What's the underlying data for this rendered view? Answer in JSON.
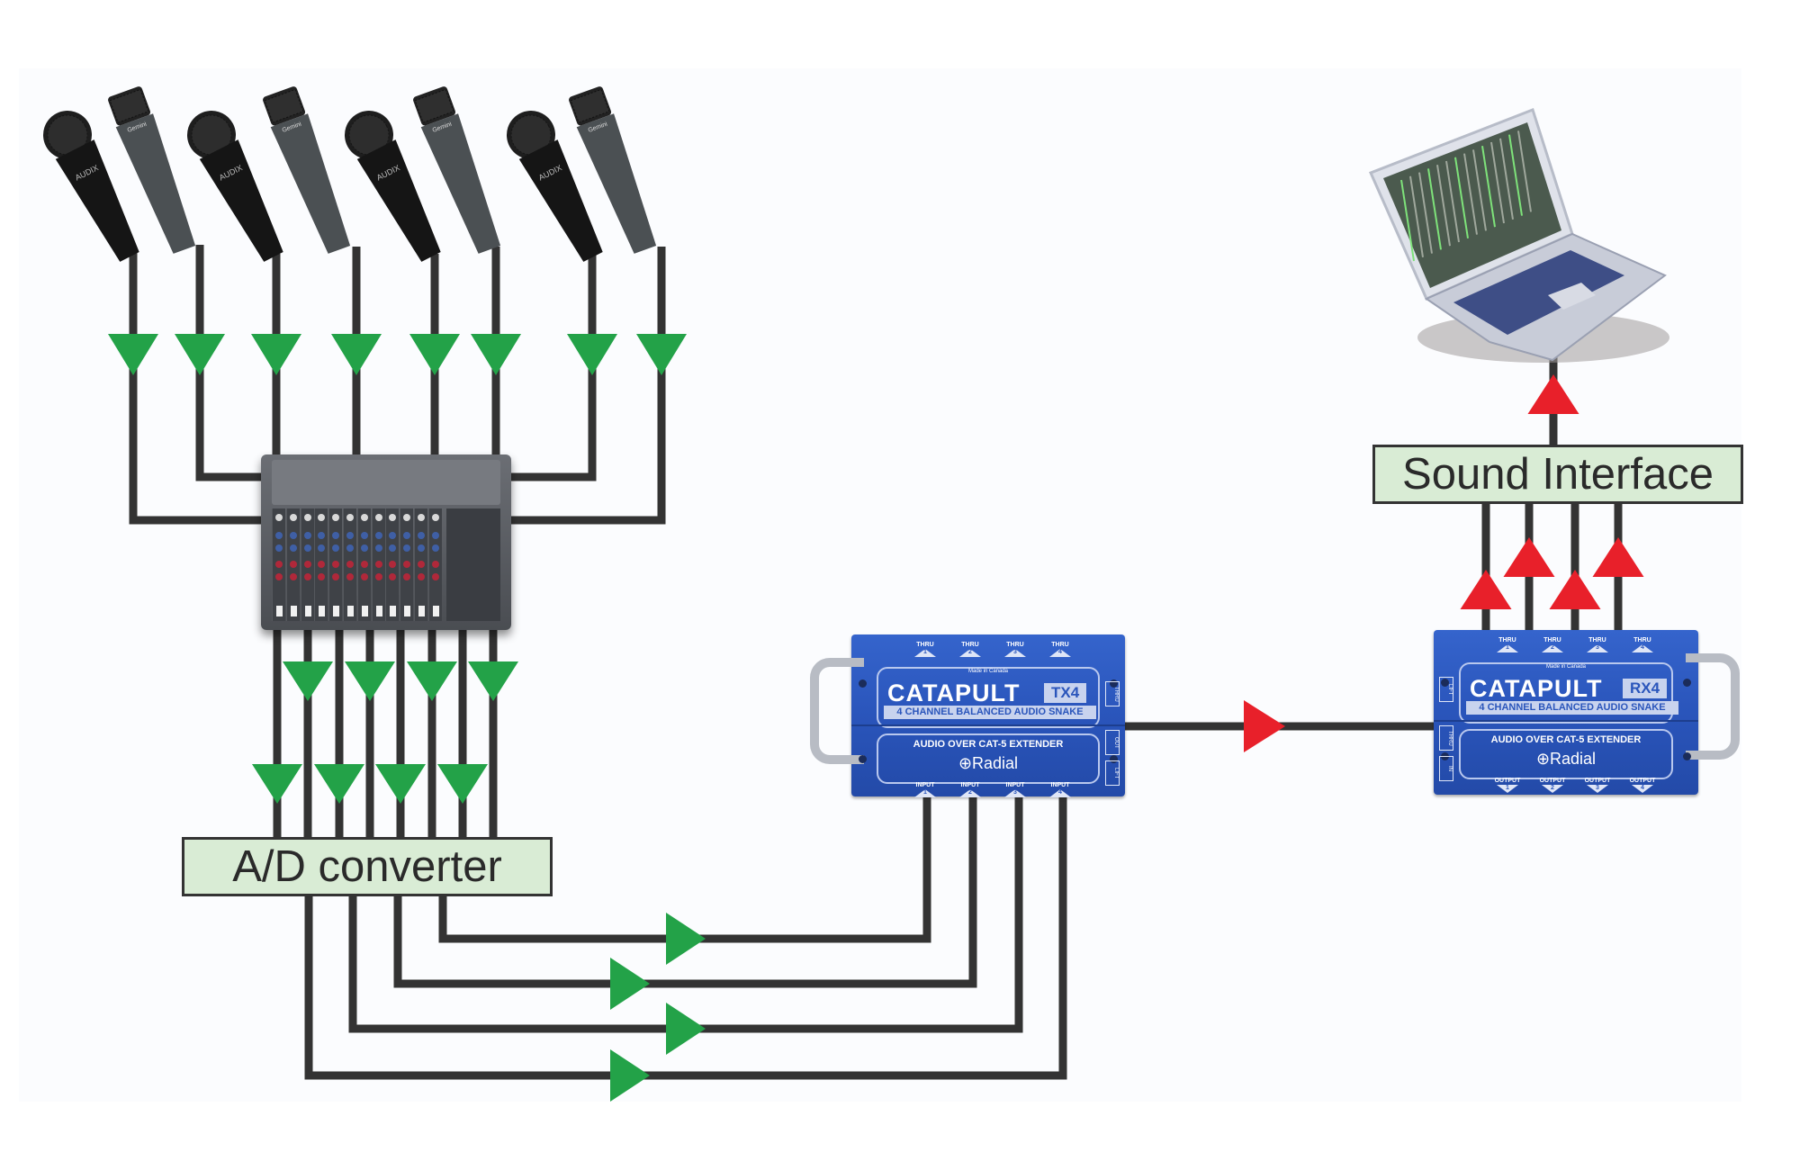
{
  "title": "Audio over CAT-5 signal chain diagram",
  "colors": {
    "wire": "#333333",
    "forward_arrow": "#23a248",
    "return_arrow": "#e8202a",
    "label_fill": "#d9ecd5",
    "device_blue": "#2a55bb"
  },
  "microphones": [
    {
      "brand": "AUDIX",
      "style": "ball-head"
    },
    {
      "brand": "Gemini",
      "style": "cylinder"
    },
    {
      "brand": "AUDIX",
      "style": "ball-head"
    },
    {
      "brand": "Gemini",
      "style": "cylinder"
    },
    {
      "brand": "AUDIX",
      "style": "ball-head"
    },
    {
      "brand": "Gemini",
      "style": "cylinder"
    },
    {
      "brand": "AUDIX",
      "style": "ball-head"
    },
    {
      "brand": "Gemini",
      "style": "cylinder"
    }
  ],
  "mixer": {
    "name": "Mixer",
    "channels": 12
  },
  "ad_converter": {
    "label": "A/D converter"
  },
  "sound_interface": {
    "label": "Sound Interface"
  },
  "laptop": {
    "name": "Laptop (DAW)"
  },
  "tx4": {
    "title": "CATAPULT",
    "model": "TX4",
    "subtitle": "4 CHANNEL BALANCED AUDIO SNAKE",
    "extender": "AUDIO OVER CAT-5 EXTENDER",
    "brand": "Radial",
    "made_in": "Made in Canada",
    "top_ports": [
      {
        "label": "THRU",
        "num": "1"
      },
      {
        "label": "THRU",
        "num": "2"
      },
      {
        "label": "THRU",
        "num": "3"
      },
      {
        "label": "THRU",
        "num": "4"
      }
    ],
    "bottom_ports": [
      {
        "label": "INPUT",
        "num": "1"
      },
      {
        "label": "INPUT",
        "num": "2"
      },
      {
        "label": "INPUT",
        "num": "3"
      },
      {
        "label": "INPUT",
        "num": "4"
      }
    ],
    "side_tags": [
      "THRU",
      "OUT",
      "LIFT"
    ]
  },
  "rx4": {
    "title": "CATAPULT",
    "model": "RX4",
    "subtitle": "4 CHANNEL BALANCED AUDIO SNAKE",
    "extender": "AUDIO OVER CAT-5 EXTENDER",
    "brand": "Radial",
    "made_in": "Made in Canada",
    "top_ports": [
      {
        "label": "THRU",
        "num": "1"
      },
      {
        "label": "THRU",
        "num": "2"
      },
      {
        "label": "THRU",
        "num": "3"
      },
      {
        "label": "THRU",
        "num": "4"
      }
    ],
    "bottom_ports": [
      {
        "label": "OUTPUT",
        "num": "1"
      },
      {
        "label": "OUTPUT",
        "num": "2"
      },
      {
        "label": "OUTPUT",
        "num": "3"
      },
      {
        "label": "OUTPUT",
        "num": "4"
      }
    ],
    "side_tags": [
      "LIFT",
      "THRU",
      "IN"
    ]
  },
  "connections": [
    {
      "from": "microphones",
      "to": "mixer",
      "count": 8,
      "arrow": "forward"
    },
    {
      "from": "mixer",
      "to": "ad_converter",
      "count": 8,
      "arrow": "forward"
    },
    {
      "from": "ad_converter",
      "to": "tx4",
      "count": 4,
      "arrow": "forward"
    },
    {
      "from": "tx4",
      "to": "rx4",
      "count": 1,
      "arrow": "return"
    },
    {
      "from": "rx4",
      "to": "sound_interface",
      "count": 4,
      "arrow": "return"
    },
    {
      "from": "sound_interface",
      "to": "laptop",
      "count": 1,
      "arrow": "return"
    }
  ]
}
